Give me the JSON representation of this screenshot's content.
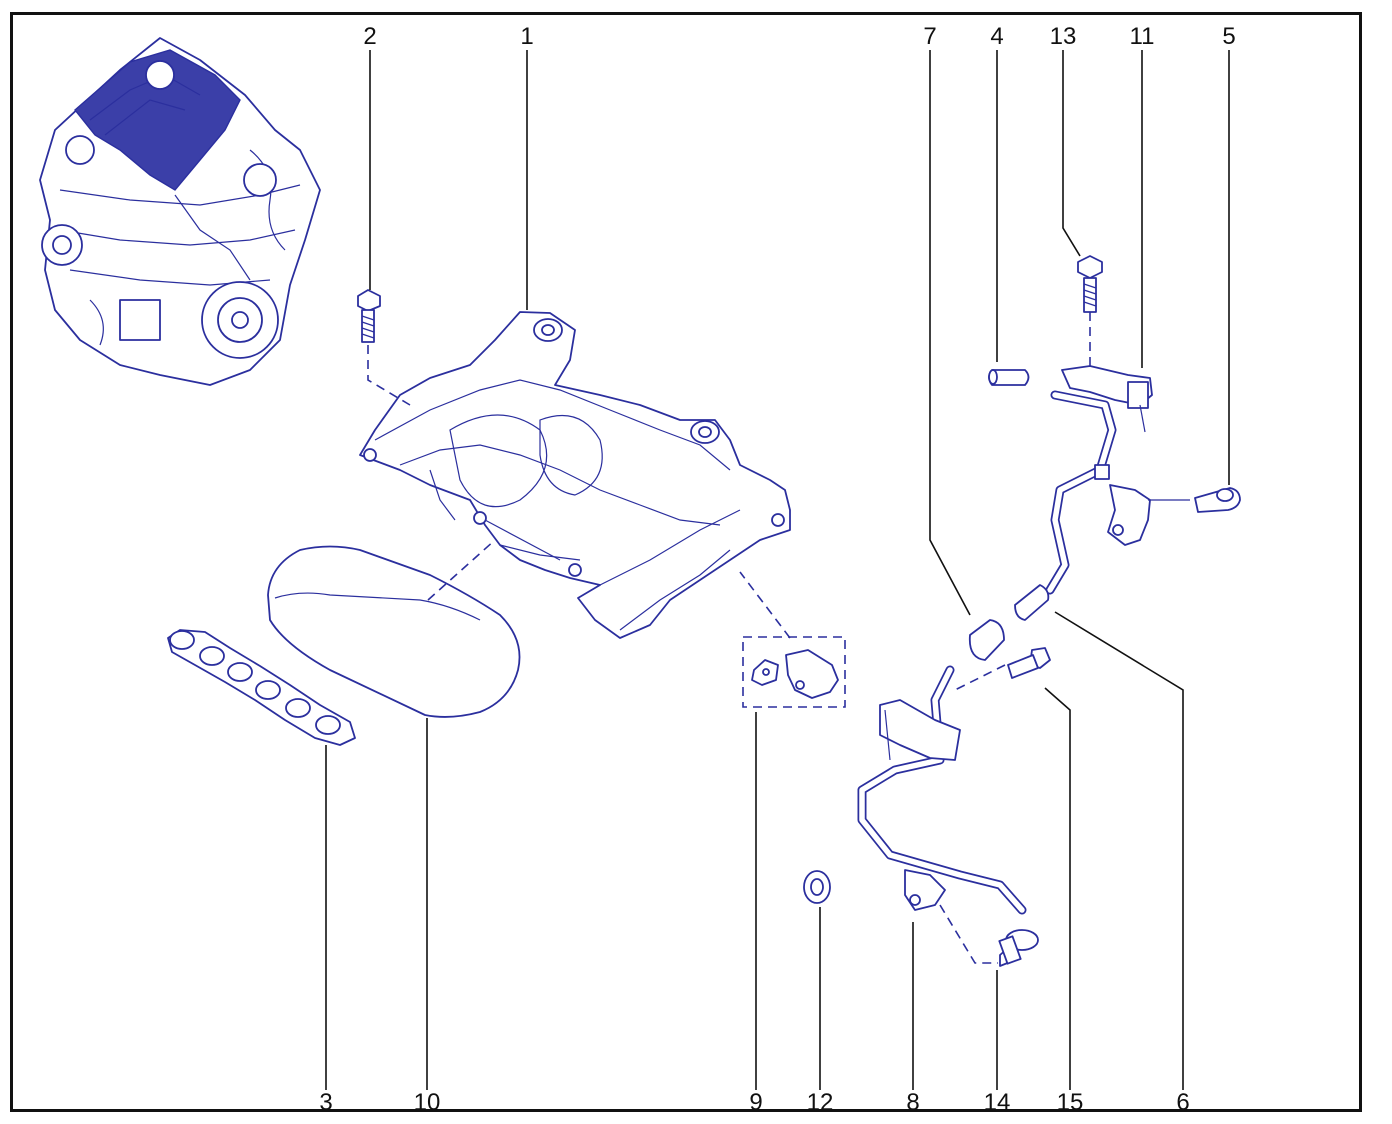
{
  "diagram": {
    "colors": {
      "ink": "#2b2f9e",
      "engine_fill": "#3b3fa8",
      "leader": "#111111",
      "frame": "#111111"
    },
    "callouts": {
      "c1": "1",
      "c2": "2",
      "c3": "3",
      "c4": "4",
      "c5": "5",
      "c6": "6",
      "c7": "7",
      "c8": "8",
      "c9": "9",
      "c10": "10",
      "c11": "11",
      "c12": "12",
      "c13": "13",
      "c14": "14",
      "c15": "15"
    }
  }
}
